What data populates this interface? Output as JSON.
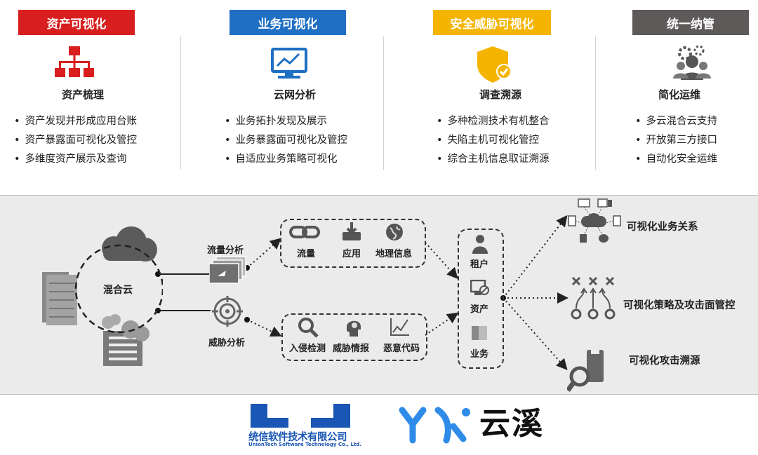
{
  "columns": [
    {
      "banner": "资产可视化",
      "color": "#d81e1e",
      "subtitle": "资产梳理",
      "icon": "org-chart-icon",
      "bullets": [
        "资产发现并形成应用台账",
        "资产暴露面可视化及管控",
        "多维度资产展示及查询"
      ]
    },
    {
      "banner": "业务可视化",
      "color": "#1f6fc4",
      "subtitle": "云网分析",
      "icon": "monitor-chart-icon",
      "bullets": [
        "业务拓扑发现及展示",
        "业务暴露面可视化及管控",
        "自适应业务策略可视化"
      ]
    },
    {
      "banner": "安全威胁可视化",
      "color": "#f5b400",
      "subtitle": "调查溯源",
      "icon": "shield-check-icon",
      "bullets": [
        "多种检测技术有机整合",
        "失陷主机可视化管控",
        "综合主机信息取证溯源"
      ]
    },
    {
      "banner": "统一纳管",
      "color": "#5e5a5a",
      "subtitle": "简化运维",
      "icon": "users-gear-icon",
      "bullets": [
        "多云混合云支持",
        "开放第三方接口",
        "自动化安全运维"
      ]
    }
  ],
  "diagram": {
    "center_label": "混合云",
    "flow_label": "流量分析",
    "threat_label": "威胁分析",
    "top_box": [
      "流量",
      "应用",
      "地理信息"
    ],
    "bottom_box": [
      "入侵检测",
      "威胁情报",
      "恶意代码"
    ],
    "entities": [
      "租户",
      "资产",
      "业务"
    ],
    "outputs": [
      "可视化业务关系",
      "可视化策略及攻击面管控",
      "可视化攻击溯源"
    ]
  },
  "logos": {
    "uniontech_cn": "统信软件技术有限公司",
    "uniontech_en": "UnionTech Software Technology Co., Ltd.",
    "yunxi": "云溪"
  }
}
